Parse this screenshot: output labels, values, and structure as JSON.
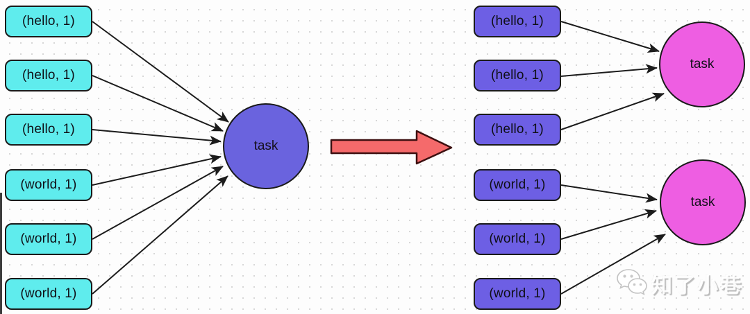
{
  "stage_before": {
    "inputs": [
      {
        "label": "(hello, 1)"
      },
      {
        "label": "(hello, 1)"
      },
      {
        "label": "(hello, 1)"
      },
      {
        "label": "(world, 1)"
      },
      {
        "label": "(world, 1)"
      },
      {
        "label": "(world, 1)"
      }
    ],
    "task": {
      "label": "task"
    }
  },
  "stage_after": {
    "inputs": [
      {
        "label": "(hello, 1)"
      },
      {
        "label": "(hello, 1)"
      },
      {
        "label": "(hello, 1)"
      },
      {
        "label": "(world, 1)"
      },
      {
        "label": "(world, 1)"
      },
      {
        "label": "(world, 1)"
      }
    ],
    "tasks": [
      {
        "label": "task"
      },
      {
        "label": "task"
      }
    ]
  },
  "colors": {
    "input_box_before": "#5feced",
    "task_before": "#6a63de",
    "input_box_after": "#6d5fe4",
    "task_after": "#ee5ee2",
    "transition_arrow_fill": "#f56a6b",
    "stroke": "#1a1a1a"
  },
  "watermark": {
    "text": "知了小巷",
    "icon": "wechat-logo"
  }
}
